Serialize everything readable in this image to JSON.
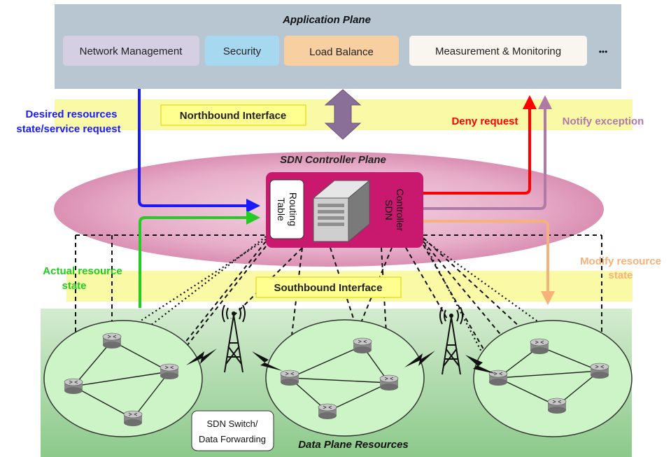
{
  "application_plane": {
    "title": "Application Plane",
    "apps": [
      "Network Management",
      "Security",
      "Load Balance",
      "Measurement & Monitoring"
    ],
    "more": "•••"
  },
  "interfaces": {
    "northbound": "Northbound Interface",
    "southbound": "Southbound  Interface"
  },
  "controller_plane": {
    "title": "SDN  Controller Plane",
    "routing_table": [
      "Routing",
      "Table"
    ],
    "controller": [
      "SDN",
      "Controller"
    ]
  },
  "flows": {
    "desired": [
      "Desired resources",
      "state/service request"
    ],
    "actual": [
      "Actual resource",
      "state"
    ],
    "deny": "Deny request",
    "notify": "Notify exception",
    "modify": [
      "Modify resource",
      "state"
    ]
  },
  "data_plane": {
    "title": "Data Plane Resources",
    "legend": [
      "SDN Switch/",
      "Data Forwarding"
    ]
  },
  "colors": {
    "desired": "#1a1aff",
    "actual": "#22cc22",
    "deny": "#ff0000",
    "notify": "#b07aa8",
    "modify": "#f5b27a",
    "controller": "#c8196e",
    "northbound_arrow": "#8a6f99"
  }
}
